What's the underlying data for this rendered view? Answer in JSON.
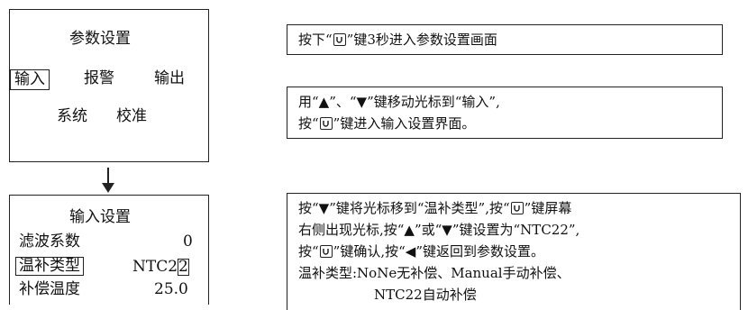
{
  "screen1": {
    "title": "参数设置",
    "menu_input": "输入",
    "menu_alarm": "报警",
    "menu_output": "输出",
    "menu_system": "系统",
    "menu_calibrate": "校准"
  },
  "screen2": {
    "title": "输入设置",
    "row1_label": "滤波系数",
    "row1_value": "0",
    "row2_label": "温补类型",
    "row2_value_main": "NTC2",
    "row2_value_cursor": "2",
    "row3_label": "补偿温度",
    "row3_value": "25.0"
  },
  "note1": {
    "a": "按下“",
    "b": "”键3秒进入参数设置画面"
  },
  "note2": {
    "line1": "用“▲”、“▼”键移动光标到“输入”,",
    "line2a": "按“",
    "line2b": "”键进入输入设置界面。"
  },
  "note3": {
    "line1a": "按“▼”键将光标移到“温补类型”,按“",
    "line1b": "”键屏幕",
    "line2": "右侧出现光标,按“▲”或“▼”键设置为“NTC22”,",
    "line3a": "按“",
    "line3b": "”键确认,按“◀”键返回到参数设置。",
    "line4": "温补类型:NoNe无补偿、Manual手动补偿、",
    "line5": "NTC22自动补偿"
  },
  "icons": {
    "confirm_key": "confirm-key-icon",
    "down_arrow": "down-arrow-icon"
  },
  "colors": {
    "line": "#222222",
    "background": "#ffffff"
  }
}
